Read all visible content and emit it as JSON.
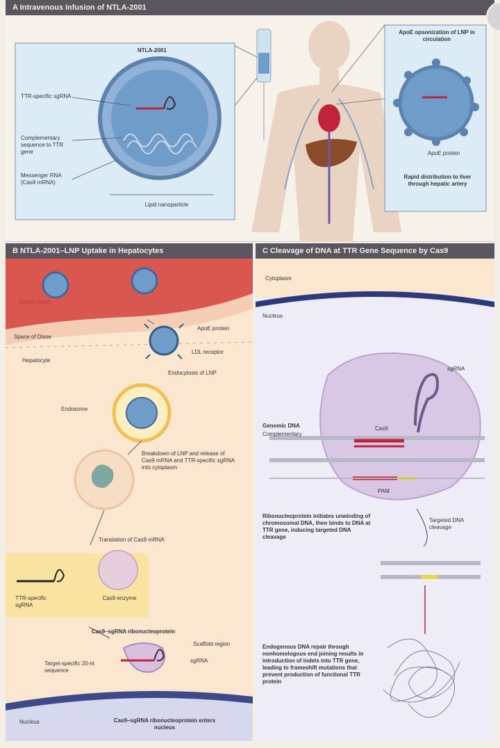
{
  "sections": {
    "a_title": "A  Intravenous infusion of NTLA-2001",
    "b_title": "B  NTLA-2001–LNP Uptake in Hepatocytes",
    "c_title": "C  Cleavage of DNA at TTR Gene Sequence by Cas9"
  },
  "panel_a": {
    "lnp_header": "NTLA-2001",
    "ttr_guide": "TTR-specific sgRNA",
    "complementary": "Complementary sequence to TTR gene",
    "mrna": "Messenger RNA (Cas9 mRNA)",
    "lipid": "Lipid nanoparticle",
    "apoe_title": "ApoE opsonization of LNP in circulation",
    "apoe_protein": "ApoE protein",
    "rapid": "Rapid distribution to liver through hepatic artery"
  },
  "panel_b": {
    "blood_vessel": "Blood vessel",
    "apoe": "ApoE protein",
    "space_disse": "Space of Disse",
    "ldl": "LDL receptor",
    "hepatocyte": "Hepatocyte",
    "endocytosis": "Endocytosis of LNP",
    "endosome": "Endosome",
    "breakdown": "Breakdown of LNP and release of Cas9 mRNA and TTR-specific sgRNA into cytoplasm",
    "translation": "Translation of Cas9 mRNA",
    "ttr_guide": "TTR-specific sgRNA",
    "cas9_enzyme": "Cas9 enzyme",
    "rnp": "Cas9–sgRNA ribonucleoprotein",
    "scaffold": "Scaffold region",
    "sgrna": "sgRNA",
    "target": "Target-specific 20-nt sequence",
    "nucleus": "Nucleus",
    "rnp_nucleus": "Cas9–sgRNA ribonucleoprotein enters nucleus"
  },
  "panel_c": {
    "cytoplasm": "Cytoplasm",
    "nucleus": "Nucleus",
    "sgrna": "sgRNA",
    "genomic": "Genomic DNA",
    "complementary": "Complementary",
    "cas9": "Cas9",
    "pam": "PAM",
    "ribonucleo": "Ribonucleoprotein initiates unwinding of chromosomal DNA, then binds to DNA at TTR gene, inducing targeted DNA cleavage",
    "targeted": "Targeted DNA cleavage",
    "endogenous": "Endogenous DNA repair through nonhomologous end joining results in introduction of indels into TTR gene, leading to frameshift mutations that prevent production of functional TTR protein"
  },
  "colors": {
    "header_bar": "#5b5560",
    "lnp_blue": "#6f9cc8",
    "cream": "#fbe6cf",
    "lavender": "#eeecf6",
    "red_strand": "#c0243a",
    "yellow_strand": "#e8d84a"
  }
}
